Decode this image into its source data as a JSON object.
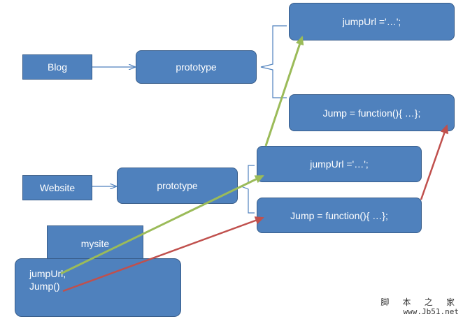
{
  "blog": {
    "label": "Blog",
    "prototype_label": "prototype"
  },
  "blog_prototype_members": {
    "jumpUrl": "jumpUrl ='…';",
    "jump": "Jump = function(){ …};"
  },
  "website": {
    "label": "Website",
    "prototype_label": "prototype"
  },
  "website_prototype_members": {
    "jumpUrl": "jumpUrl ='…';",
    "jump": "Jump = function(){ …};"
  },
  "mysite": {
    "label": "mysite",
    "members": [
      "jumpUrl;",
      "Jump()"
    ]
  },
  "colors": {
    "box_fill": "#4f81bd",
    "box_border": "#385d8a",
    "jumpUrl_arrow": "#9bbb59",
    "jump_arrow": "#c0504d",
    "link_line": "#4f81bd",
    "brace": "#4f81bd"
  },
  "watermark": {
    "line1": "脚 本 之 家",
    "line2": "www.Jb51.net"
  }
}
